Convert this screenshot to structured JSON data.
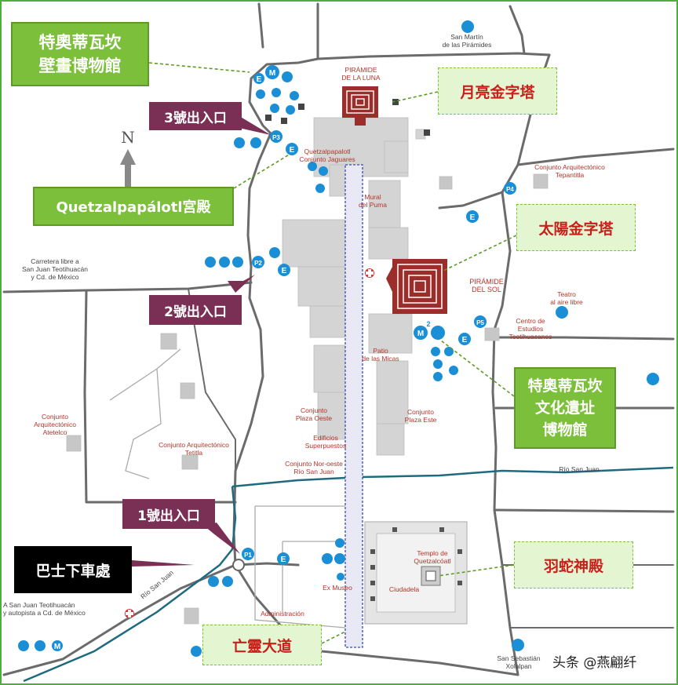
{
  "callouts": {
    "mural_museum": "特奧蒂瓦坎\n壁畫博物館",
    "exit3": "3號出入口",
    "quetzal_palace": "Quetzalpapálotl宮殿",
    "moon_pyramid": "月亮金字塔",
    "sun_pyramid": "太陽金字塔",
    "exit2": "2號出入口",
    "site_museum": "特奧蒂瓦坎\n文化遺址\n博物館",
    "exit1": "1號出入口",
    "bus_stop": "巴士下車處",
    "feathered_serpent": "羽蛇神殿",
    "avenue_dead": "亡靈大道"
  },
  "map_labels": {
    "san_martin": "San Martín\nde las Pirámides",
    "piramide_luna": "PIRÁMIDE\nDE LA LUNA",
    "quetzalpapalotl": "Quetzalpapalotl\nConjunto Jaguares",
    "tepantitla": "Conjunto Arquitectónico\nTepantitla",
    "carretera": "Carretera libre a\nSan Juan Teotihuacán\ny Cd. de México",
    "mural_puma": "Mural\ndel Puma",
    "piramide_sol": "PIRÁMIDE\nDEL SOL",
    "teatro": "Teatro\nal aire libre",
    "centro_estudios": "Centro de\nEstudios\nTeotihuacanos",
    "palacio_micas": "Patio\nde las Micas",
    "atetelco": "Conjunto\nArquitectónico\nAtetelco",
    "plaza_oeste": "Conjunto\nPlaza Oeste",
    "plaza_este": "Conjunto\nPlaza Este",
    "superpuestos": "Edificios\nSuperpuestos",
    "tetitla": "Conjunto Arquitectónico\nTetitla",
    "noroeste": "Conjunto Nor-oeste\nRío San Juan",
    "rio_san_juan": "Río San Juan",
    "templo_quetzalcoatl": "Templo de\nQuetzalcóatl",
    "ciudadela": "Ciudadela",
    "ex_museo": "Ex Museo",
    "administracion": "Administración",
    "a_san_juan": "A San Juan Teotihuacán\ny autopista a Cd. de México",
    "rio_san_juan_2": "Río San Juan",
    "san_sebastian": "San Sebastián\nXolalpan"
  },
  "markers": {
    "north": "N",
    "p1": "P1",
    "p2": "P2",
    "p3": "P3",
    "p4": "P4",
    "p5": "P5",
    "entrance": "E",
    "museum": "M",
    "museum_number": "2"
  },
  "watermark": "头条 @燕翩纤",
  "colors": {
    "green_box": "#7cbf3a",
    "light_green_box": "#e4f5d2",
    "purple_box": "#7a2f55",
    "pyramid_red": "#9b2e2a",
    "icon_blue": "#1a8fd6",
    "road_grey": "#6b6b6b",
    "river_teal": "#1e6b80",
    "avenue_dash": "#3d49b0",
    "border_green": "#4caf3a"
  }
}
